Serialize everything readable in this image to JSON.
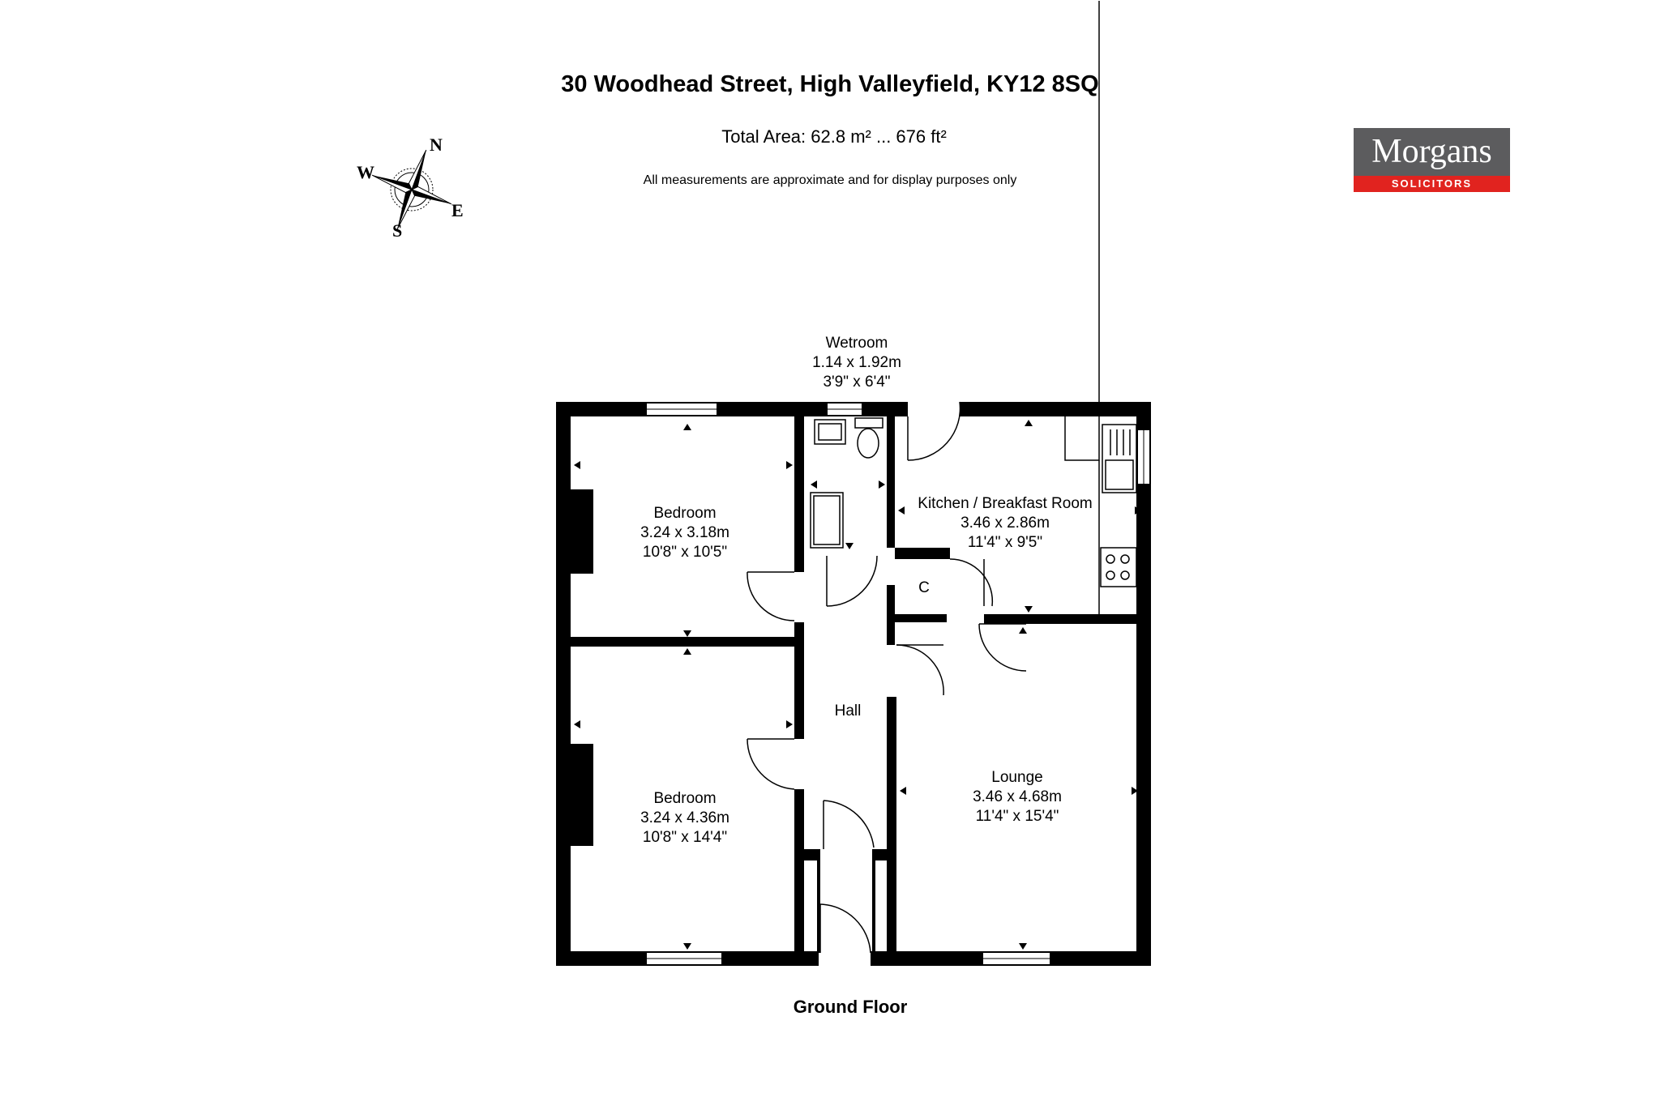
{
  "header": {
    "title": "30 Woodhead Street, High Valleyfield, KY12 8SQ",
    "total_area": "Total Area: 62.8 m² ... 676 ft²",
    "disclaimer": "All measurements are approximate and for display purposes only"
  },
  "logo": {
    "name": "Morgans",
    "tagline": "SOLICITORS",
    "colors": {
      "top": "#5c5c5e",
      "bottom": "#e1231f",
      "text": "#ffffff"
    }
  },
  "compass": {
    "n": "N",
    "e": "E",
    "s": "S",
    "w": "W"
  },
  "rooms": {
    "wetroom": {
      "name": "Wetroom",
      "metric": "1.14 x 1.92m",
      "imperial": "3'9\" x 6'4\""
    },
    "bedroom1": {
      "name": "Bedroom",
      "metric": "3.24 x 3.18m",
      "imperial": "10'8\" x 10'5\""
    },
    "kitchen": {
      "name": "Kitchen / Breakfast Room",
      "metric": "3.46 x 2.86m",
      "imperial": "11'4\" x 9'5\""
    },
    "cupboard": {
      "name": "C"
    },
    "hall": {
      "name": "Hall"
    },
    "bedroom2": {
      "name": "Bedroom",
      "metric": "3.24 x 4.36m",
      "imperial": "10'8\" x 14'4\""
    },
    "lounge": {
      "name": "Lounge",
      "metric": "3.46 x 4.68m",
      "imperial": "11'4\" x 15'4\""
    }
  },
  "floor_label": "Ground Floor"
}
